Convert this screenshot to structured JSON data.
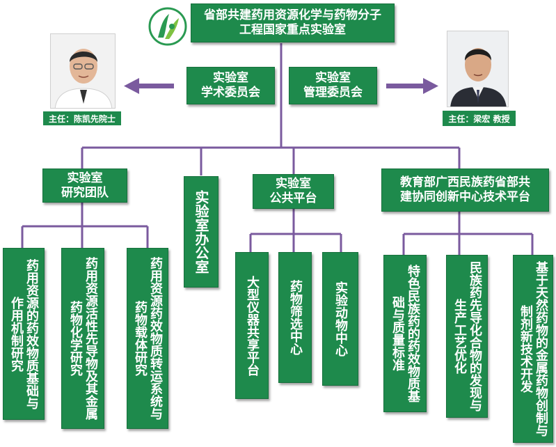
{
  "header": {
    "title_line1": "省部共建药用资源化学与药物分子",
    "title_line2": "工程国家重点实验室"
  },
  "committees": {
    "academic": [
      "实验室",
      "学术委员会"
    ],
    "management": [
      "实验室",
      "管理委员会"
    ]
  },
  "directors": {
    "left_caption": "主任：陈凯先院士",
    "right_caption": "主任：梁宏 教授"
  },
  "level2": {
    "research_team": [
      "实验室",
      "研究团队"
    ],
    "office": "实验室办公室",
    "public_platform": [
      "实验室",
      "公共平台"
    ],
    "innovation_center": [
      "教育部广西民族药省部共",
      "建协同创新中心技术平台"
    ]
  },
  "research_groups": [
    "药用资源的药效物质基础与作用机制研究",
    "药用资源活性先导物及其金属药物化学研究",
    "药用资源药效物质转运系统与药物载体研究"
  ],
  "platform_units": [
    "大型仪器共享平台",
    "药物筛选中心",
    "实验动物中心"
  ],
  "center_units": [
    "特色民族药的药效物质基础与质量标准",
    "民族药先导化合物的发现与生产工艺优化",
    "基于天然药物的金属药物创制与制剂新技术开发"
  ],
  "colors": {
    "box_green": "#1e8a4c",
    "connector_purple": "#7a5a9e"
  }
}
